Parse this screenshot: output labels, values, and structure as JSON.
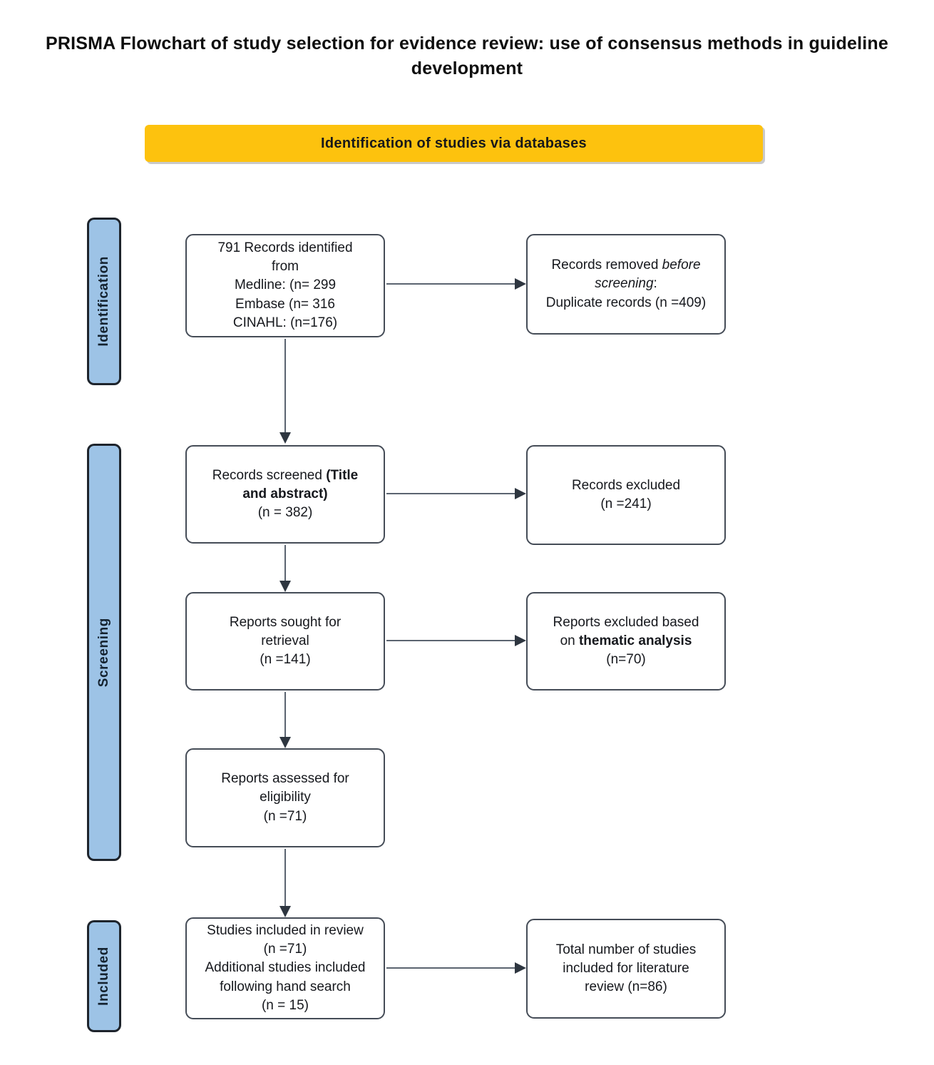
{
  "title": "PRISMA Flowchart of study selection for evidence review: use of consensus methods in guideline development",
  "banner": {
    "label": "Identification of studies via databases"
  },
  "stages": [
    {
      "label": "Identification"
    },
    {
      "label": "Screening"
    },
    {
      "label": "Included"
    }
  ],
  "colors": {
    "banner_bg": "#FDC20E",
    "stage_bg": "#9DC3E6",
    "stage_border": "#1E242C",
    "box_border": "#454C57",
    "arrow_line": "#5B6470",
    "arrow_head": "#2E3640",
    "text": "#16181D"
  },
  "boxes": {
    "identified": {
      "content": [
        {
          "t": "791 Records identified"
        },
        {
          "br": true
        },
        {
          "t": "from"
        },
        {
          "br": true
        },
        {
          "t": "Medline: (n= 299"
        },
        {
          "br": true
        },
        {
          "t": "Embase (n= 316"
        },
        {
          "br": true
        },
        {
          "t": "CINAHL: (n=176)"
        }
      ]
    },
    "removed": {
      "content": [
        {
          "t": "Records removed "
        },
        {
          "t": "before",
          "i": true
        },
        {
          "br": true
        },
        {
          "t": "screening",
          "i": true
        },
        {
          "t": ":"
        },
        {
          "br": true
        },
        {
          "t": "Duplicate records (n =409)"
        }
      ]
    },
    "screened": {
      "content": [
        {
          "t": "Records screened "
        },
        {
          "t": "(Title",
          "b": true
        },
        {
          "br": true
        },
        {
          "t": "and abstract)",
          "b": true
        },
        {
          "br": true
        },
        {
          "t": "(n = 382)"
        }
      ]
    },
    "excluded": {
      "content": [
        {
          "t": "Records excluded"
        },
        {
          "br": true
        },
        {
          "t": "(n =241)"
        }
      ]
    },
    "sought": {
      "content": [
        {
          "t": "Reports sought for"
        },
        {
          "br": true
        },
        {
          "t": "retrieval"
        },
        {
          "br": true
        },
        {
          "t": "(n =141)"
        }
      ]
    },
    "excluded_thematic": {
      "content": [
        {
          "t": "Reports excluded based"
        },
        {
          "br": true
        },
        {
          "t": "on "
        },
        {
          "t": "thematic analysis",
          "b": true
        },
        {
          "br": true
        },
        {
          "t": "(n=70)"
        }
      ]
    },
    "assessed": {
      "content": [
        {
          "t": "Reports assessed for"
        },
        {
          "br": true
        },
        {
          "t": "eligibility"
        },
        {
          "br": true
        },
        {
          "t": "(n =71)"
        }
      ]
    },
    "included_review": {
      "content": [
        {
          "t": "Studies included in review"
        },
        {
          "br": true
        },
        {
          "t": "(n =71)"
        },
        {
          "br": true
        },
        {
          "t": "Additional studies included"
        },
        {
          "br": true
        },
        {
          "t": "following hand search"
        },
        {
          "br": true
        },
        {
          "t": "(n = 15)"
        }
      ]
    },
    "total": {
      "content": [
        {
          "t": "Total number of studies"
        },
        {
          "br": true
        },
        {
          "t": "included for literature"
        },
        {
          "br": true
        },
        {
          "t": "review (n=86)"
        }
      ]
    }
  }
}
